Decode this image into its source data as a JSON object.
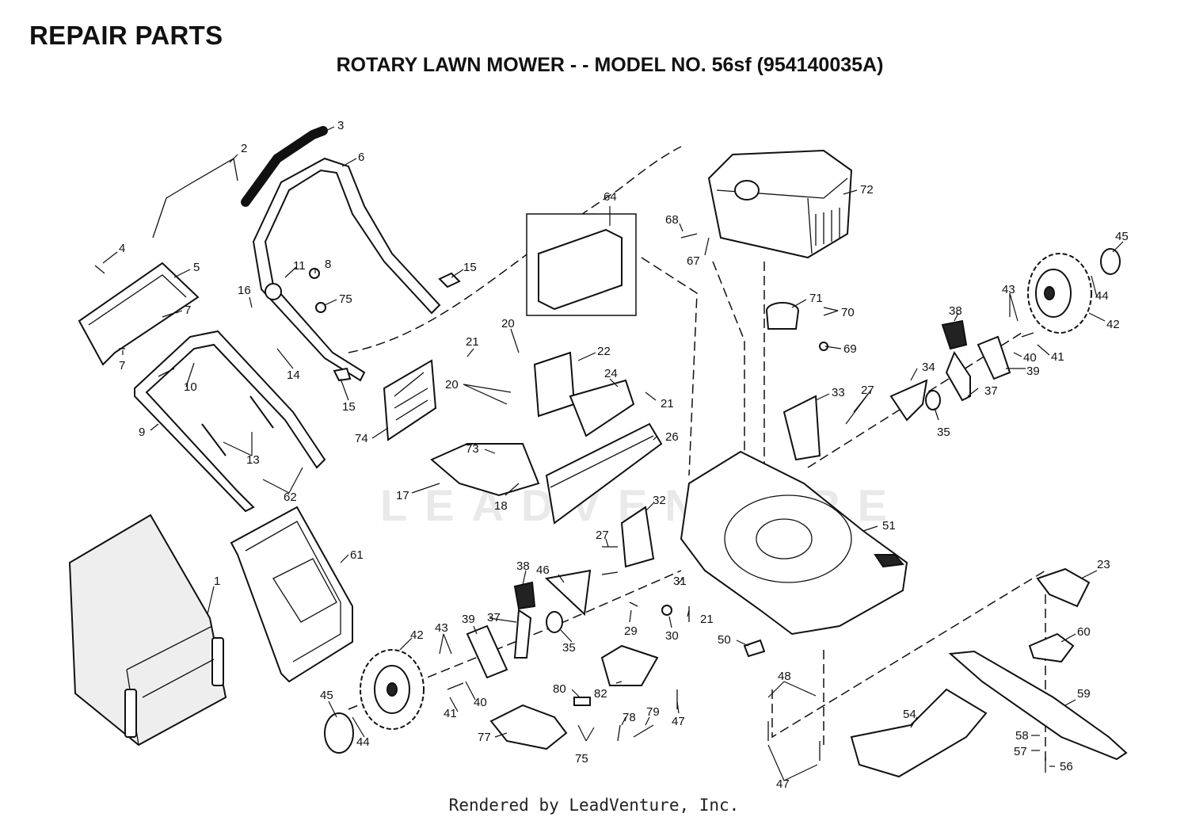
{
  "header": {
    "title": "REPAIR PARTS",
    "subtitle": "ROTARY LAWN MOWER - - MODEL NO. 56sf (954140035A)"
  },
  "watermark": "LEADVENTURE",
  "footer": {
    "text": "Rendered by LeadVenture, Inc."
  },
  "callouts": {
    "c1": "1",
    "c2": "2",
    "c3": "3",
    "c4": "4",
    "c5": "5",
    "c6": "6",
    "c7a": "7",
    "c7b": "7",
    "c8": "8",
    "c9": "9",
    "c10": "10",
    "c11": "11",
    "c13": "13",
    "c14": "14",
    "c15a": "15",
    "c15b": "15",
    "c16": "16",
    "c17": "17",
    "c18": "18",
    "c20a": "20",
    "c20b": "20",
    "c21a": "21",
    "c21b": "21",
    "c21c": "21",
    "c22": "22",
    "c23": "23",
    "c24": "24",
    "c26": "26",
    "c27a": "27",
    "c27b": "27",
    "c29": "29",
    "c30": "30",
    "c31": "31",
    "c32": "32",
    "c33": "33",
    "c34": "34",
    "c35a": "35",
    "c35b": "35",
    "c37a": "37",
    "c37b": "37",
    "c38a": "38",
    "c38b": "38",
    "c39a": "39",
    "c39b": "39",
    "c40a": "40",
    "c40b": "40",
    "c41a": "41",
    "c41b": "41",
    "c42a": "42",
    "c42b": "42",
    "c43a": "43",
    "c43b": "43",
    "c44a": "44",
    "c44b": "44",
    "c45a": "45",
    "c45b": "45",
    "c46": "46",
    "c47a": "47",
    "c47b": "47",
    "c48": "48",
    "c50": "50",
    "c51": "51",
    "c54": "54",
    "c56": "56",
    "c57": "57",
    "c58": "58",
    "c59": "59",
    "c60": "60",
    "c61": "61",
    "c62": "62",
    "c64": "64",
    "c67": "67",
    "c68": "68",
    "c69": "69",
    "c70": "70",
    "c71": "71",
    "c72": "72",
    "c73": "73",
    "c74": "74",
    "c75a": "75",
    "c75b": "75",
    "c77": "77",
    "c78": "78",
    "c79": "79",
    "c80": "80",
    "c82": "82"
  }
}
